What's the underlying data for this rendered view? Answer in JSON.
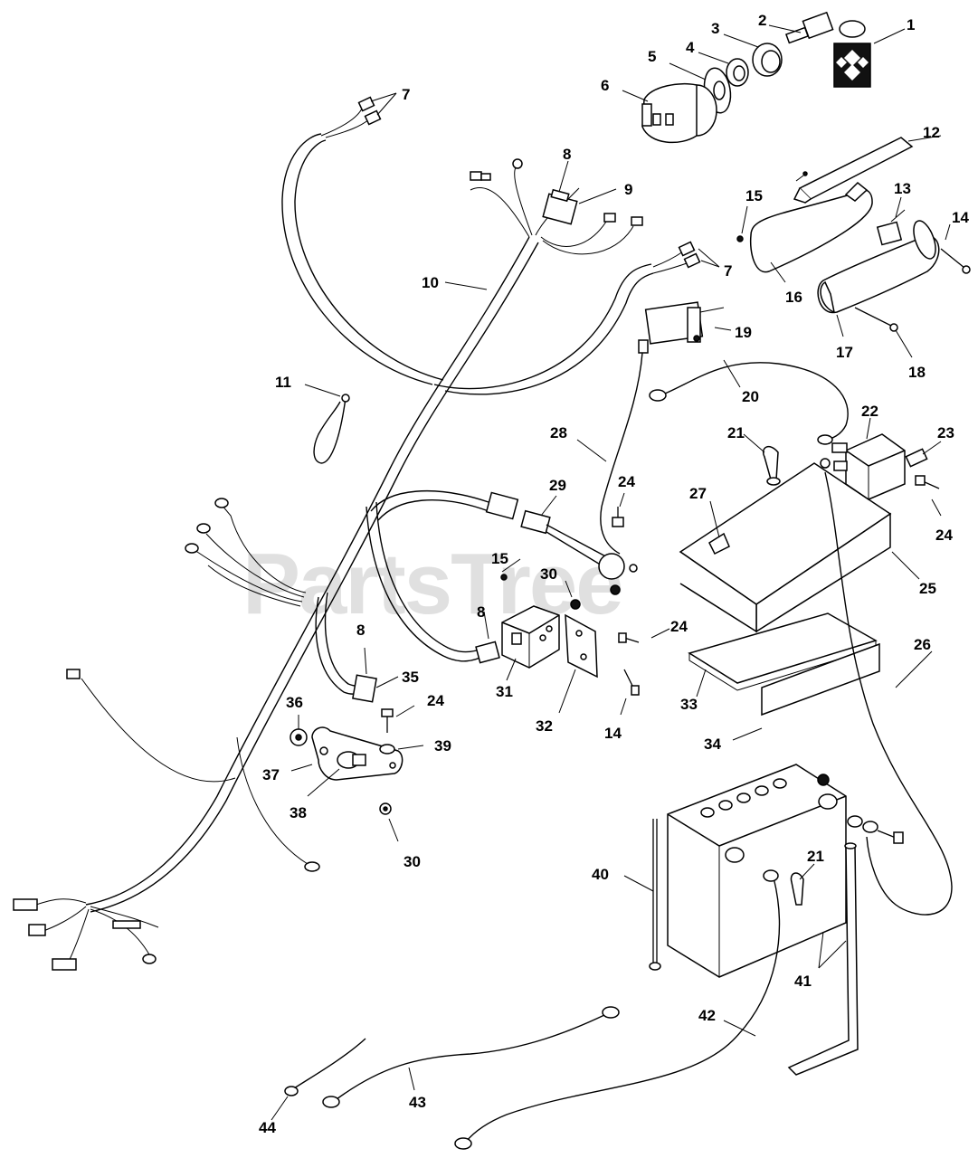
{
  "watermark": "PartsTree",
  "callouts": [
    {
      "id": "c1",
      "text": "1"
    },
    {
      "id": "c2",
      "text": "2"
    },
    {
      "id": "c3",
      "text": "3"
    },
    {
      "id": "c4",
      "text": "4"
    },
    {
      "id": "c5",
      "text": "5"
    },
    {
      "id": "c6",
      "text": "6"
    },
    {
      "id": "c7a",
      "text": "7"
    },
    {
      "id": "c7b",
      "text": "7"
    },
    {
      "id": "c8a",
      "text": "8"
    },
    {
      "id": "c8b",
      "text": "8"
    },
    {
      "id": "c8c",
      "text": "8"
    },
    {
      "id": "c9",
      "text": "9"
    },
    {
      "id": "c10",
      "text": "10"
    },
    {
      "id": "c11",
      "text": "11"
    },
    {
      "id": "c12",
      "text": "12"
    },
    {
      "id": "c13",
      "text": "13"
    },
    {
      "id": "c14a",
      "text": "14"
    },
    {
      "id": "c14b",
      "text": "14"
    },
    {
      "id": "c15a",
      "text": "15"
    },
    {
      "id": "c15b",
      "text": "15"
    },
    {
      "id": "c16",
      "text": "16"
    },
    {
      "id": "c17",
      "text": "17"
    },
    {
      "id": "c18",
      "text": "18"
    },
    {
      "id": "c19",
      "text": "19"
    },
    {
      "id": "c20",
      "text": "20"
    },
    {
      "id": "c21a",
      "text": "21"
    },
    {
      "id": "c21b",
      "text": "21"
    },
    {
      "id": "c22",
      "text": "22"
    },
    {
      "id": "c23",
      "text": "23"
    },
    {
      "id": "c24a",
      "text": "24"
    },
    {
      "id": "c24b",
      "text": "24"
    },
    {
      "id": "c24c",
      "text": "24"
    },
    {
      "id": "c24d",
      "text": "24"
    },
    {
      "id": "c25",
      "text": "25"
    },
    {
      "id": "c26",
      "text": "26"
    },
    {
      "id": "c27",
      "text": "27"
    },
    {
      "id": "c28",
      "text": "28"
    },
    {
      "id": "c29",
      "text": "29"
    },
    {
      "id": "c30a",
      "text": "30"
    },
    {
      "id": "c30b",
      "text": "30"
    },
    {
      "id": "c31",
      "text": "31"
    },
    {
      "id": "c32",
      "text": "32"
    },
    {
      "id": "c33",
      "text": "33"
    },
    {
      "id": "c34",
      "text": "34"
    },
    {
      "id": "c35",
      "text": "35"
    },
    {
      "id": "c36",
      "text": "36"
    },
    {
      "id": "c37",
      "text": "37"
    },
    {
      "id": "c38",
      "text": "38"
    },
    {
      "id": "c39",
      "text": "39"
    },
    {
      "id": "c40",
      "text": "40"
    },
    {
      "id": "c41",
      "text": "41"
    },
    {
      "id": "c42",
      "text": "42"
    },
    {
      "id": "c43",
      "text": "43"
    },
    {
      "id": "c44",
      "text": "44"
    }
  ]
}
